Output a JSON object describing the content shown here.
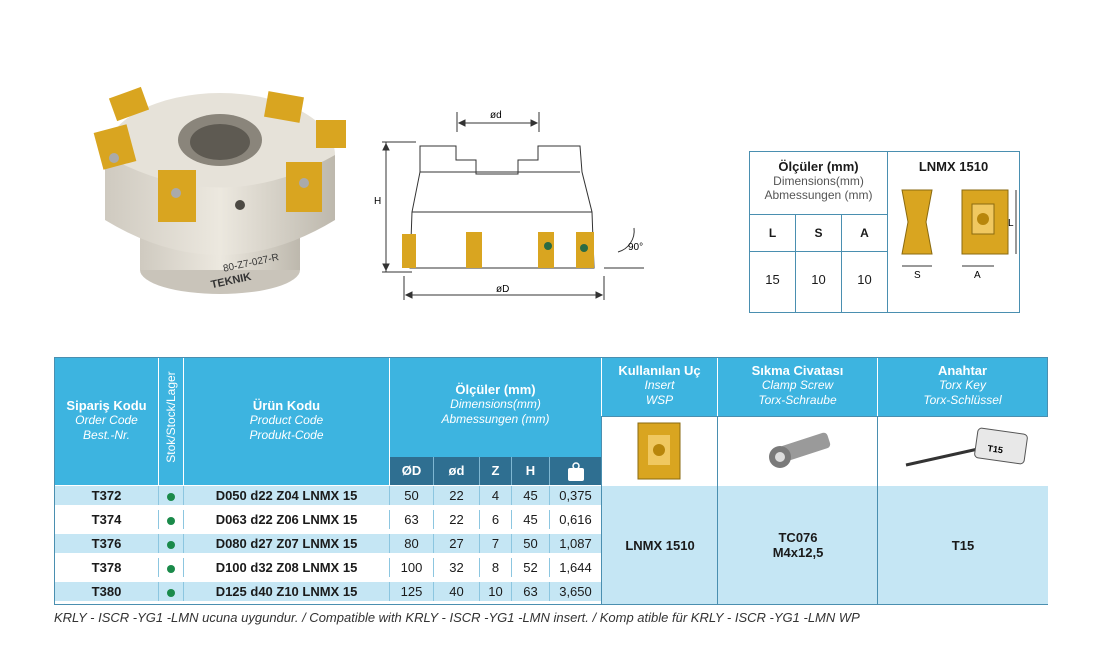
{
  "dims_box": {
    "title": "Ölçüler (mm)",
    "sub1": "Dimensions(mm)",
    "sub2": "Abmessungen (mm)",
    "cols": [
      "L",
      "S",
      "A"
    ],
    "vals": [
      "15",
      "10",
      "10"
    ],
    "insert_title": "LNMX 1510"
  },
  "drawing": {
    "od_small": "ød",
    "od_big": "øD",
    "h": "H",
    "angle": "90°",
    "tool_text1": "80-Z7-027-R",
    "tool_text2": "TEKNIK"
  },
  "insert_labels": {
    "l": "L",
    "s": "S",
    "a": "A"
  },
  "table": {
    "h_order": {
      "a": "Sipariş Kodu",
      "b": "Order Code",
      "c": "Best.-Nr."
    },
    "h_stock": "Stok/Stock/Lager",
    "h_product": {
      "a": "Ürün Kodu",
      "b": "Product Code",
      "c": "Produkt-Code"
    },
    "h_dims": {
      "a": "Ölçüler (mm)",
      "b": "Dimensions(mm)",
      "c": "Abmessungen (mm)"
    },
    "h_insert": {
      "a": "Kullanılan Uç",
      "b": "Insert",
      "c": "WSP"
    },
    "h_screw": {
      "a": "Sıkma Civatası",
      "b": "Clamp Screw",
      "c": "Torx-Schraube"
    },
    "h_key": {
      "a": "Anahtar",
      "b": "Torx Key",
      "c": "Torx-Schlüssel"
    },
    "sub_cols": [
      "ØD",
      "ød",
      "Z",
      "H"
    ],
    "key_label": "T15",
    "rows": [
      {
        "code": "T372",
        "product": "D050 d22 Z04 LNMX 15",
        "D": "50",
        "d": "22",
        "z": "4",
        "h": "45",
        "w": "0,375"
      },
      {
        "code": "T374",
        "product": "D063 d22 Z06 LNMX 15",
        "D": "63",
        "d": "22",
        "z": "6",
        "h": "45",
        "w": "0,616"
      },
      {
        "code": "T376",
        "product": "D080 d27 Z07 LNMX 15",
        "D": "80",
        "d": "27",
        "z": "7",
        "h": "50",
        "w": "1,087"
      },
      {
        "code": "T378",
        "product": "D100 d32 Z08 LNMX 15",
        "D": "100",
        "d": "32",
        "z": "8",
        "h": "52",
        "w": "1,644"
      },
      {
        "code": "T380",
        "product": "D125 d40 Z10 LNMX 15",
        "D": "125",
        "d": "40",
        "z": "10",
        "h": "63",
        "w": "3,650"
      }
    ],
    "insert_value": "LNMX 1510",
    "screw_value1": "TC076",
    "screw_value2": "M4x12,5",
    "key_value": "T15"
  },
  "note": "KRLY - ISCR -YG1 -LMN ucuna uygundur. / Compatible with KRLY - ISCR -YG1 -LMN  insert. / Komp atible für KRLY - ISCR -YG1 -LMN  WP",
  "colors": {
    "header": "#3db4e0",
    "subheader": "#2f6f91",
    "row_alt": "#c5e6f4",
    "stock_dot": "#1a8a4a",
    "insert_gold": "#d9a520"
  }
}
